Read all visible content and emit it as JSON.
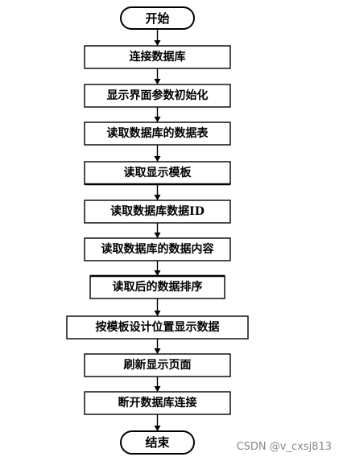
{
  "flowchart": {
    "start": "开始",
    "steps": [
      "连接数据库",
      "显示界面参数初始化",
      "读取数据库的数据表",
      "读取显示模板",
      "读取数据库数据ID",
      "读取数据库的数据内容",
      "读取后的数据排序",
      "按模板设计位置显示数据",
      "刷新显示页面",
      "断开数据库连接"
    ],
    "end": "结束"
  },
  "watermark": "CSDN @v_cxsj813",
  "colors": {
    "stroke": "#000000",
    "fill": "#ffffff",
    "watermark": "#8a8a8a"
  }
}
